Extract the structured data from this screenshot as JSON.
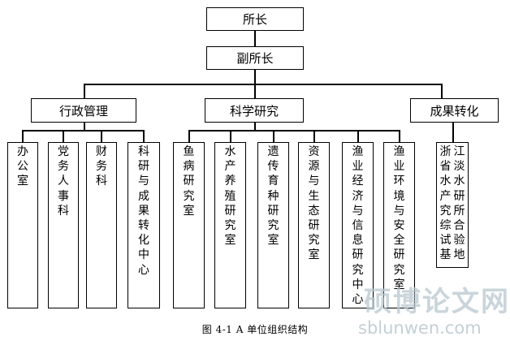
{
  "org_chart": {
    "director": "所长",
    "deputy_director": "副所长",
    "departments": [
      {
        "name": "行政管理",
        "units": [
          "办公室",
          "党务人事科",
          "财务科",
          "科研与成果转化中心"
        ]
      },
      {
        "name": "科学研究",
        "units": [
          "鱼病研究室",
          "水产养殖研究室",
          "遗传育种研究室",
          "资源与生态研究室",
          "渔业经济与信息研究中心",
          "渔业环境与安全研究室"
        ]
      },
      {
        "name": "成果转化",
        "units": [
          "浙江省淡水水产研究所综合试验基地"
        ]
      }
    ]
  },
  "caption": "图 4-1    A 单位组织结构",
  "watermark": {
    "chinese": "硕博论文网",
    "latin": "sblunwen.com"
  }
}
